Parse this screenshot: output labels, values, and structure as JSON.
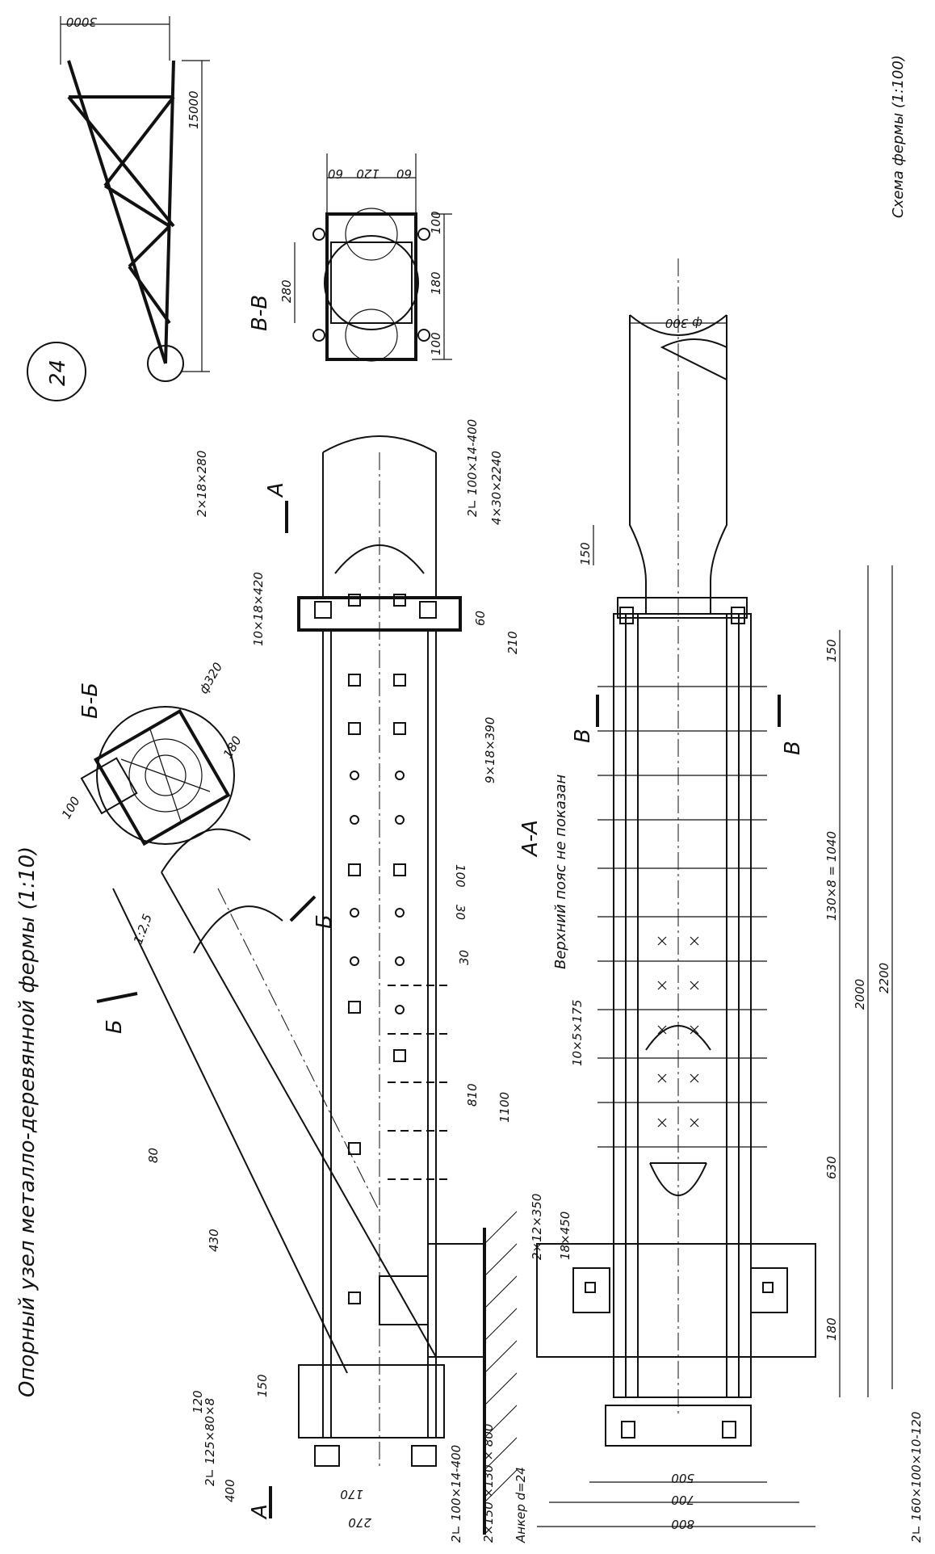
{
  "drawing": {
    "title": "Опорный узел металло-деревянной фермы (1:10)",
    "sheet_number": "24",
    "scheme_title": "Схема фермы (1:100)",
    "scheme_dims": {
      "span": "15000",
      "height": "3000"
    },
    "sections": {
      "bb": "Б-Б",
      "vv": "В-В",
      "aa": "А-А",
      "mark_a": "А",
      "mark_b": "Б",
      "mark_v": "В"
    },
    "notes": {
      "top_chord_not_shown": "Верхний пояс не показан"
    },
    "slope": "1:2,5",
    "section_bb_dims": {
      "diameter": "ф320",
      "d180": "180",
      "d100": "100"
    },
    "section_vv_dims": {
      "w60a": "60",
      "w120": "120",
      "w60b": "60",
      "h100a": "100",
      "h180": "180",
      "h100b": "100",
      "h280": "280"
    },
    "elevation_labels": {
      "plate_2x18x280": "2×18×280",
      "angle_top": "2∟ 100×14-400",
      "strip_4x30x2240": "4×30×2240",
      "bolts_10x18x420": "10×18×420",
      "bolts_9x18x390": "9×18×390",
      "angle_left": "2∟ 125×80×8",
      "angle_left_len": "400",
      "angle_bottom": "2∟ 100×14-400",
      "block_2x150": "2×150 ×130 × 800",
      "anchor": "Анкер d=24",
      "d60": "60",
      "d210": "210",
      "d100": "100",
      "d30a": "30",
      "d30b": "30",
      "d810": "810",
      "d1100": "1100",
      "d80": "80",
      "d430": "430",
      "d120": "120",
      "d150": "150",
      "d170": "170",
      "d270": "270"
    },
    "plan_labels": {
      "phi300": "ф 300",
      "d150": "150",
      "d130x8": "130×8 = 1040",
      "d2000": "2000",
      "d2200": "2200",
      "d630": "630",
      "d180": "180",
      "nails": "10×5×175",
      "plate_2x12x350": "2×12×350",
      "plate_18x450": "18×450",
      "d500": "500",
      "d700": "700",
      "d800": "800",
      "angle_bottom": "2∟ 160×100×10-120"
    }
  }
}
